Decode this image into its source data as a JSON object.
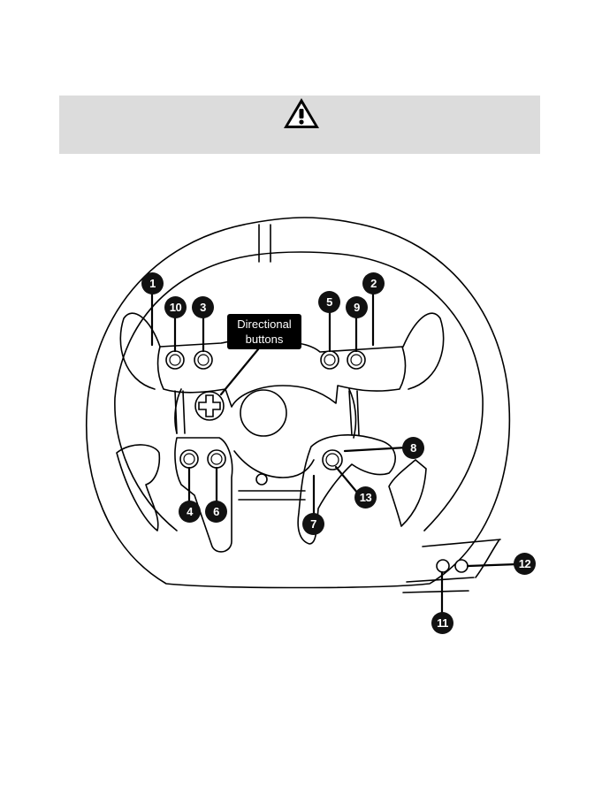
{
  "directional_label": {
    "line1": "Directional",
    "line2": "buttons"
  },
  "callouts": [
    "1",
    "2",
    "3",
    "4",
    "5",
    "6",
    "7",
    "8",
    "9",
    "10",
    "11",
    "12",
    "13"
  ],
  "icons": {
    "warning": "warning-triangle-icon"
  }
}
